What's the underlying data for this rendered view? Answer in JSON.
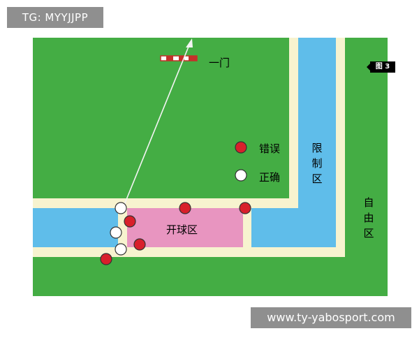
{
  "tag_label": "TG: MYYJJPP",
  "watermark": "www.ty-yabosport.com",
  "figure_badge": "图 3",
  "labels": {
    "goal": "一门",
    "wrong": "错误",
    "correct": "正确",
    "restricted_zone": "限制区",
    "free_zone": "自由区",
    "kickoff_zone": "开球区"
  },
  "colors": {
    "field_green": "#44ad44",
    "border_cream": "#f7f3cf",
    "zone_blue": "#5fbdea",
    "kickoff_pink": "#e895c0",
    "wrong_red": "#d8202b",
    "correct_white": "#ffffff",
    "goal_red": "#c4302a",
    "arrow_white": "#f4f4f4"
  }
}
